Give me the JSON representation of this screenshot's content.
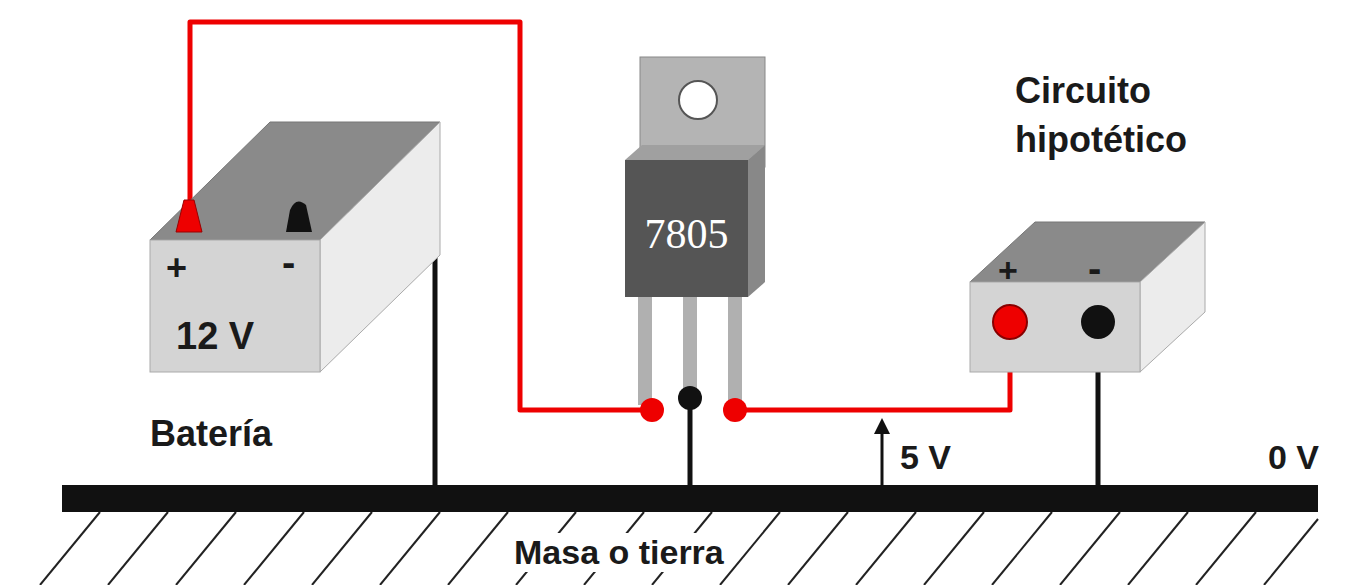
{
  "diagram": {
    "nodes": [
      {
        "text": [
          "+",
          "-",
          "12 V",
          "Batería"
        ]
      },
      {
        "text": [
          "7805"
        ]
      },
      {
        "text": [
          "Circuito hipotético",
          "+",
          "-"
        ]
      },
      {
        "text": [
          "Masa o tierra"
        ]
      }
    ],
    "edges": [
      {
        "from": 0,
        "to": 1,
        "arrow": "none"
      },
      {
        "from": 1,
        "to": 2,
        "arrow": "none"
      },
      {
        "from": 0,
        "to": 3,
        "arrow": "none"
      },
      {
        "from": 1,
        "to": 3,
        "arrow": "none"
      },
      {
        "from": 2,
        "to": 3,
        "arrow": "none"
      }
    ],
    "labels": [
      "5 V",
      "0 V"
    ]
  }
}
